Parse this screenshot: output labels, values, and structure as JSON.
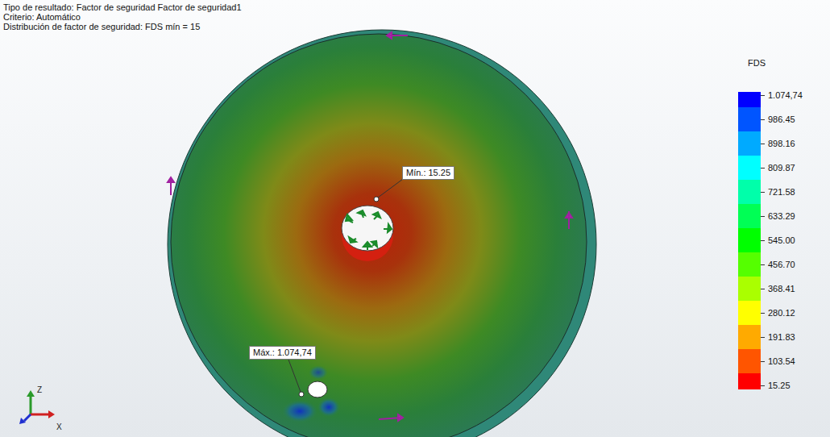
{
  "diagram": {
    "nodes": [
      {
        "text": [
          "Mín.: 15.25"
        ]
      },
      {
        "text": [
          "Máx.: 1.074,74"
        ]
      }
    ],
    "labels": [
      "Tipo de resultado: Factor de seguridad Factor de seguridad1",
      "Criterio: Automático",
      "Distribución de factor de seguridad: FDS mín = 15",
      "FDS",
      "Z",
      "X"
    ],
    "legend": [
      {
        "text": "1.074,74",
        "color": "#0000ff"
      },
      {
        "text": "986.45",
        "color": "#0055ff"
      },
      {
        "text": "898.16",
        "color": "#00aaff"
      },
      {
        "text": "809.87",
        "color": "#00ffff"
      },
      {
        "text": "721.58",
        "color": "#00ffaa"
      },
      {
        "text": "633.29",
        "color": "#00ff55"
      },
      {
        "text": "545.00",
        "color": "#00ff00"
      },
      {
        "text": "456.70",
        "color": "#55ff00"
      },
      {
        "text": "368.41",
        "color": "#aaff00"
      },
      {
        "text": "280.12",
        "color": "#ffff00"
      },
      {
        "text": "191.83",
        "color": "#ffaa00"
      },
      {
        "text": "103.54",
        "color": "#ff5500"
      },
      {
        "text": "15.25",
        "color": "#ff0000"
      }
    ]
  }
}
